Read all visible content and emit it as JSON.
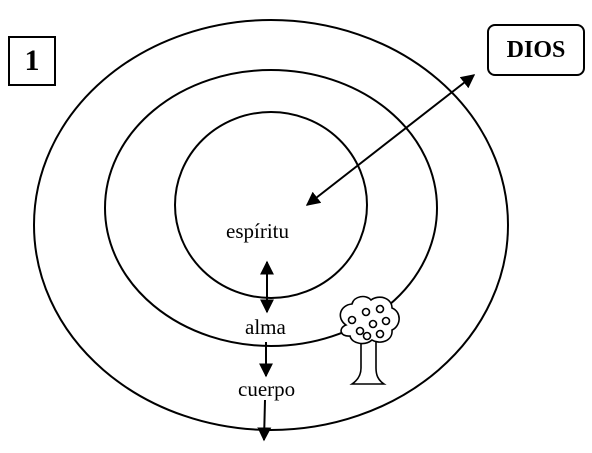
{
  "diagram": {
    "number_label": "1",
    "god_label": "DIOS",
    "labels": {
      "spirit": "espíritu",
      "soul": "alma",
      "body": "cuerpo"
    },
    "colors": {
      "stroke": "#000000",
      "background": "#ffffff"
    },
    "icons": [
      "tree-icon"
    ]
  }
}
